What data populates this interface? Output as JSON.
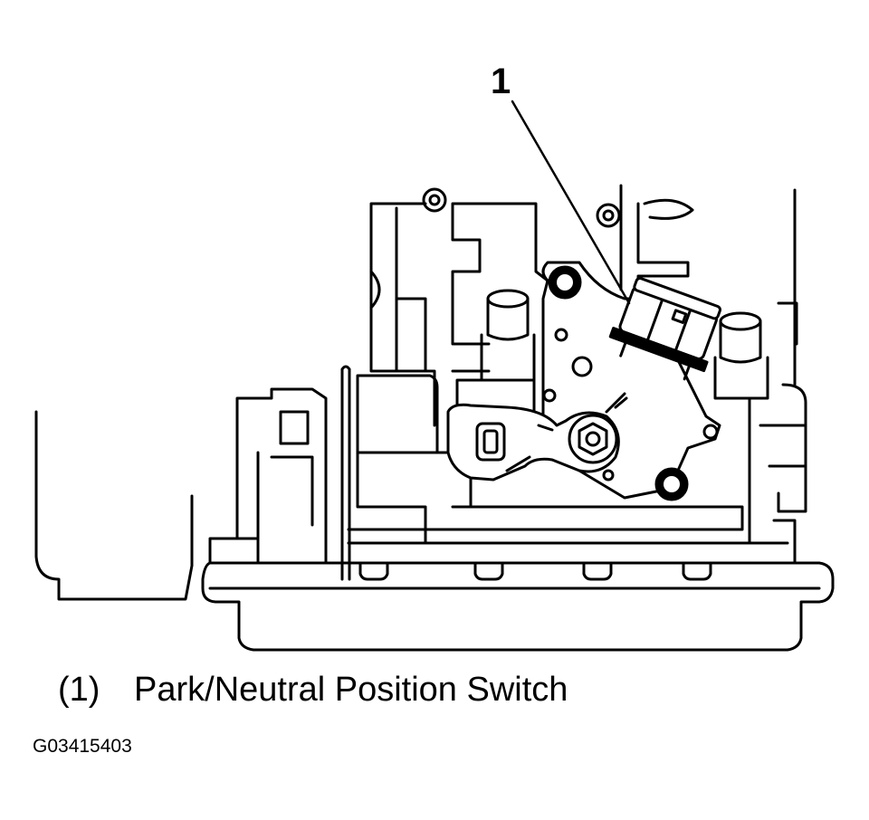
{
  "callout": {
    "number": "1"
  },
  "legend": {
    "number": "(1)",
    "label": "Park/Neutral Position Switch"
  },
  "figure_id": "G03415403",
  "colors": {
    "line": "#000000",
    "background": "#ffffff"
  }
}
